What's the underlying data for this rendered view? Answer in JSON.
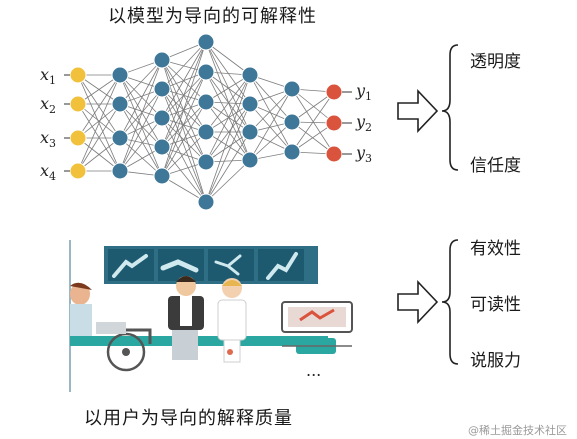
{
  "top": {
    "title": "以模型为导向的可解释性",
    "inputs": [
      "x",
      "x",
      "x",
      "x"
    ],
    "input_subs": [
      "1",
      "2",
      "3",
      "4"
    ],
    "outputs": [
      "y",
      "y",
      "y"
    ],
    "output_subs": [
      "1",
      "2",
      "3"
    ],
    "categories": [
      "透明度",
      "信任度"
    ]
  },
  "bottom": {
    "title": "以用户为导向的解释质量",
    "ellipsis": "...",
    "categories": [
      "有效性",
      "可读性",
      "说服力"
    ]
  },
  "watermark": "@稀土掘金技术社区",
  "colors": {
    "input_node": "#f2c13c",
    "hidden_node": "#3e7797",
    "output_node": "#d9533d",
    "edge": "#7c7c7c",
    "teal": "#2aa7a0"
  },
  "icons": {
    "arrow": "hollow-right-arrow-icon",
    "brace": "left-curly-brace-icon"
  }
}
